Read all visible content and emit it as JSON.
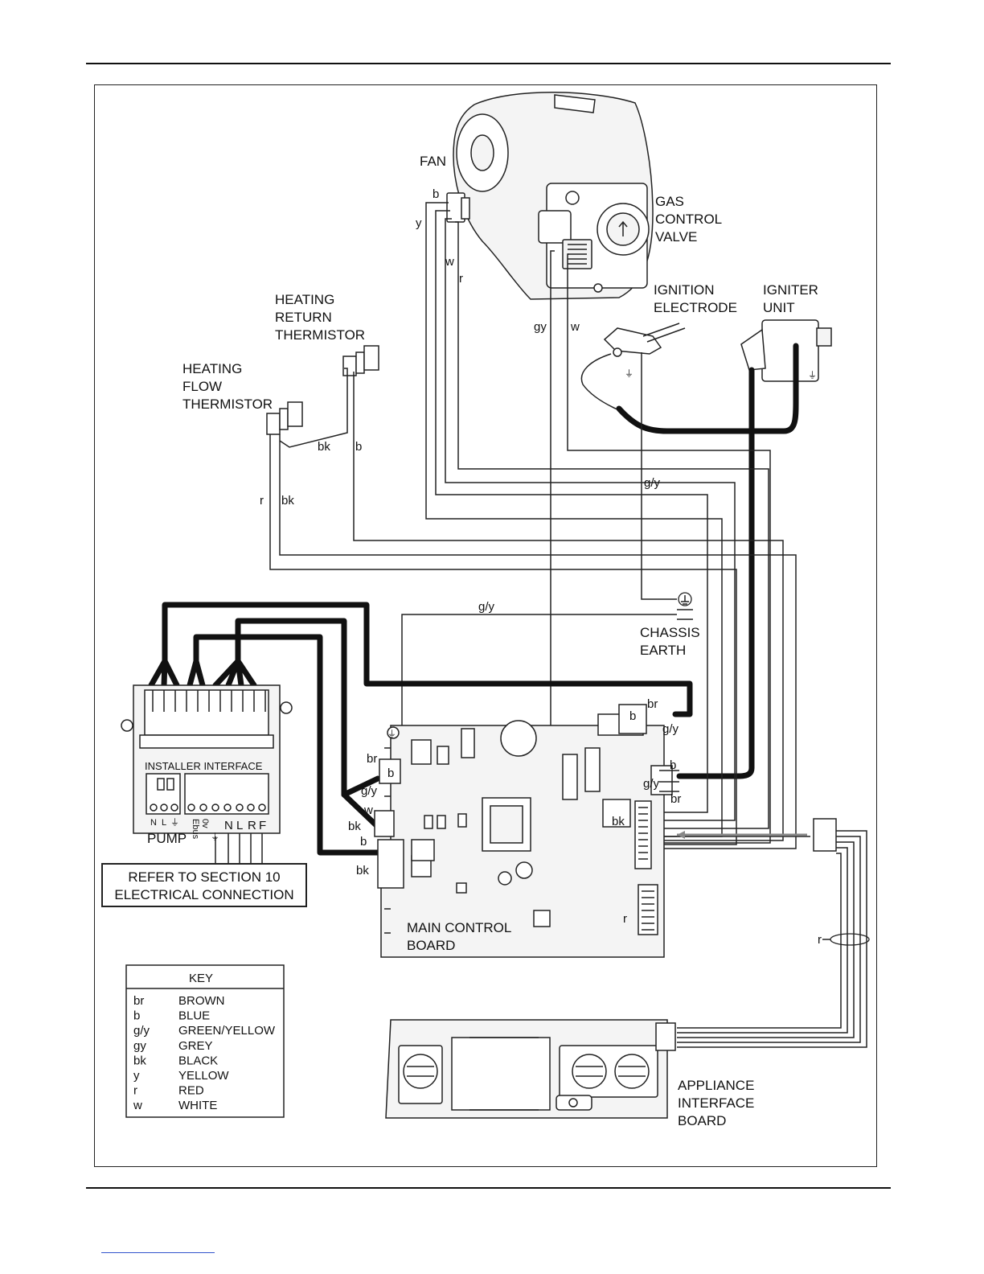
{
  "components": {
    "fan": "FAN",
    "gas_valve": [
      "GAS",
      "CONTROL",
      "VALVE"
    ],
    "ignition_electrode": [
      "IGNITION",
      "ELECTRODE"
    ],
    "igniter_unit": [
      "IGNITER",
      "UNIT"
    ],
    "return_thermistor": [
      "HEATING",
      "RETURN",
      "THERMISTOR"
    ],
    "flow_thermistor": [
      "HEATING",
      "FLOW",
      "THERMISTOR"
    ],
    "chassis_earth": [
      "CHASSIS",
      "EARTH"
    ],
    "installer_interface": "INSTALLER INTERFACE",
    "pump": "PUMP",
    "main_board": [
      "MAIN CONTROL",
      "BOARD"
    ],
    "appliance_board": [
      "APPLIANCE",
      "INTERFACE",
      "BOARD"
    ]
  },
  "refer_box": [
    "REFER TO SECTION 10",
    "ELECTRICAL CONNECTION"
  ],
  "terminals": {
    "pump": [
      "N",
      "L"
    ],
    "installer": [
      "Ebus",
      "0v",
      "N",
      "L",
      "R",
      "F"
    ]
  },
  "wire_labels": {
    "fan_b": "b",
    "fan_y": "y",
    "fan_w": "w",
    "fan_r": "r",
    "valve_gy": "gy",
    "valve_w": "w",
    "therm_bk": "bk",
    "therm_b": "b",
    "therm_r": "r",
    "therm_bk2": "bk",
    "earth_gy1": "g/y",
    "earth_gy2": "g/y",
    "x1_br": "br",
    "x1_b": "b",
    "x1_gy": "g/y",
    "x2_b": "b",
    "x2_gy": "g/y",
    "x2_br": "br",
    "ii_br": "br",
    "ii_b": "b",
    "ii_gy": "g/y",
    "ii_w": "w",
    "ii_bk": "bk",
    "pm_b": "b",
    "pm_bk": "bk",
    "bk_mid": "bk",
    "r_board": "r",
    "r_cable": "r"
  },
  "key": {
    "title": "KEY",
    "rows": [
      {
        "code": "br",
        "name": "BROWN"
      },
      {
        "code": "b",
        "name": "BLUE"
      },
      {
        "code": "g/y",
        "name": "GREEN/YELLOW"
      },
      {
        "code": "gy",
        "name": "GREY"
      },
      {
        "code": "bk",
        "name": "BLACK"
      },
      {
        "code": "y",
        "name": "YELLOW"
      },
      {
        "code": "r",
        "name": "RED"
      },
      {
        "code": "w",
        "name": "WHITE"
      }
    ]
  }
}
